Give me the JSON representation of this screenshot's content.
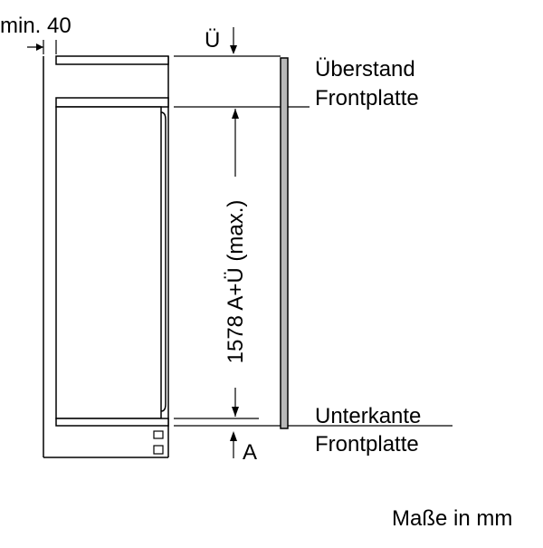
{
  "labels": {
    "min_gap": "min. 40",
    "overhang_letter": "Ü",
    "top_line_1": "Überstand",
    "top_line_2": "Frontplatte",
    "dimension": "1578 A+Ü (max.)",
    "bottom_line_1": "Unterkante",
    "bottom_line_2": "Frontplatte",
    "bottom_letter": "A",
    "units_note": "Maße in mm"
  },
  "colors": {
    "line": "#000000",
    "panel_fill": "#b8b8b8"
  }
}
